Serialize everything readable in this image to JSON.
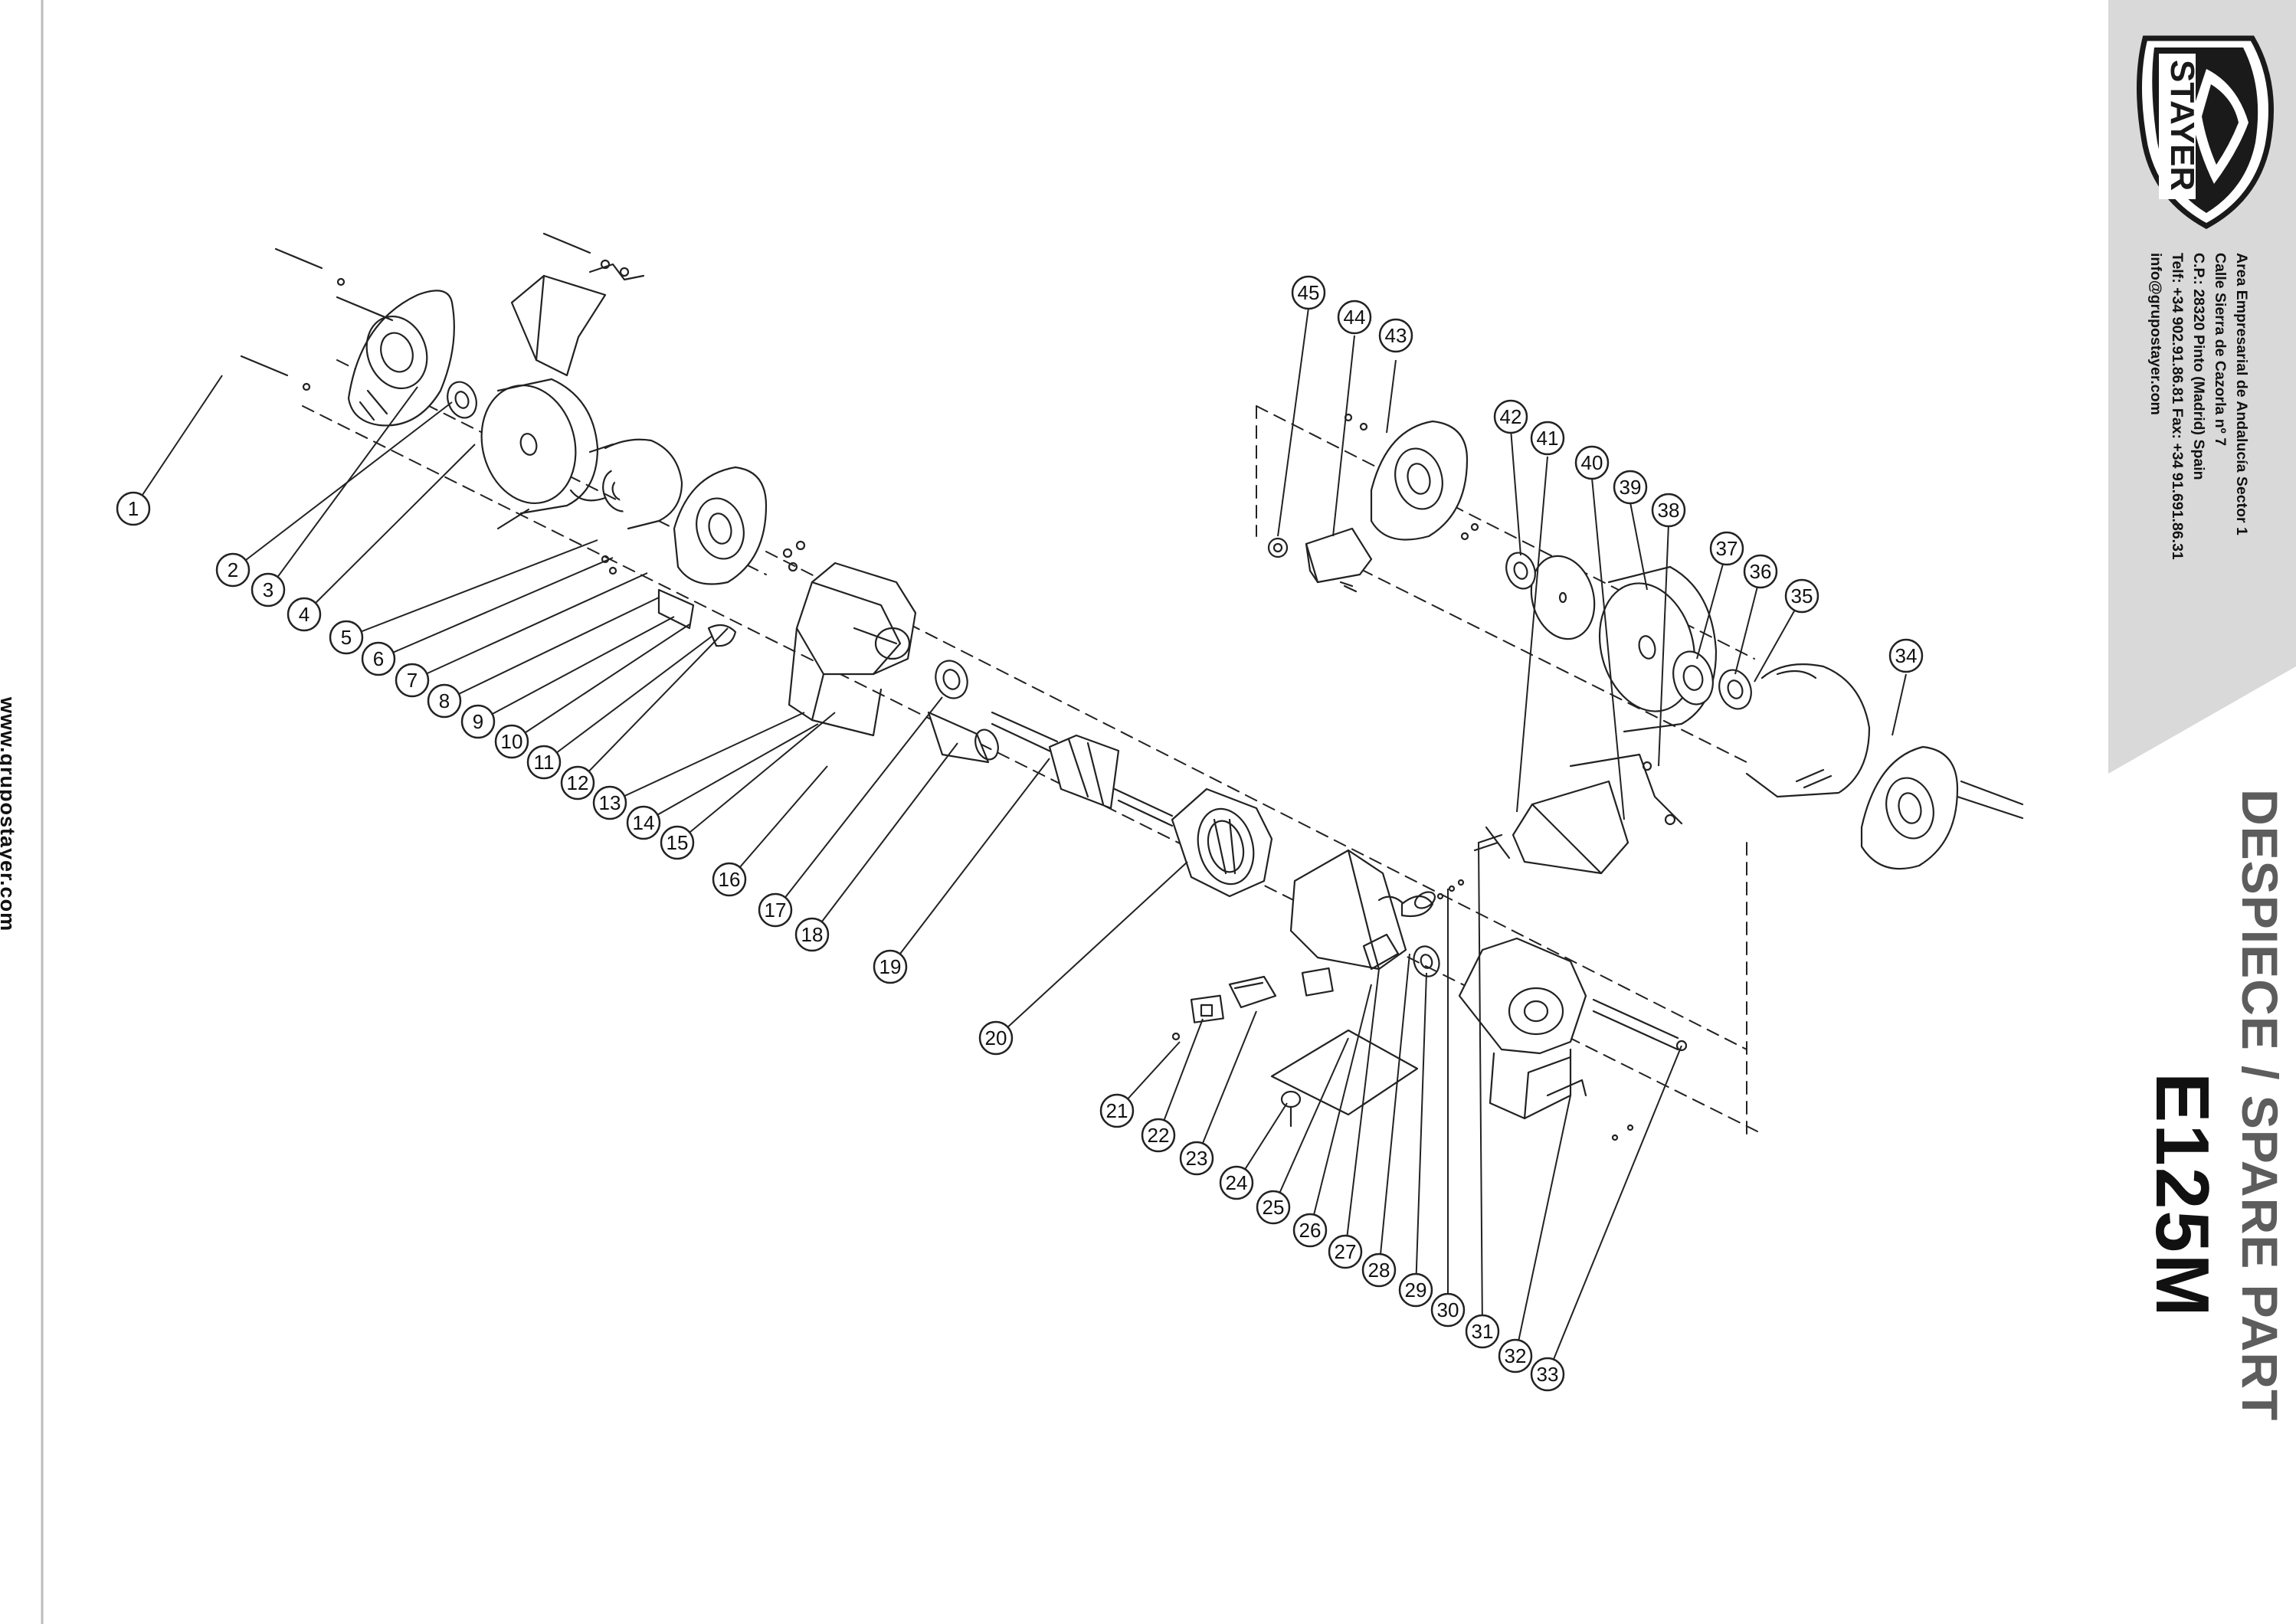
{
  "website": "www.grupostayer.com",
  "brand": {
    "logo_text": "STAYER",
    "address_lines": [
      "Area Empresarial de Andalucía Sector 1",
      "Calle Sierra de Cazorla nº 7",
      "C.P.: 28320 Pinto (Madrid) Spain",
      "Telf: +34 902.91.86.81 Fax: +34 91.691.86.31",
      "info@grupostayer.com"
    ]
  },
  "title": "DESPIECE / SPARE PART",
  "model": "E125M",
  "callouts": [
    "1",
    "2",
    "3",
    "4",
    "5",
    "6",
    "7",
    "8",
    "9",
    "10",
    "11",
    "12",
    "13",
    "14",
    "15",
    "16",
    "17",
    "18",
    "19",
    "20",
    "21",
    "22",
    "23",
    "24",
    "25",
    "26",
    "27",
    "28",
    "29",
    "30",
    "31",
    "32",
    "33",
    "34",
    "35",
    "36",
    "37",
    "38",
    "39",
    "40",
    "41",
    "42",
    "43",
    "44",
    "45"
  ],
  "colors": {
    "line": "#222222",
    "panel": "#d9d9d9",
    "title_grey": "#5d5d5d"
  }
}
